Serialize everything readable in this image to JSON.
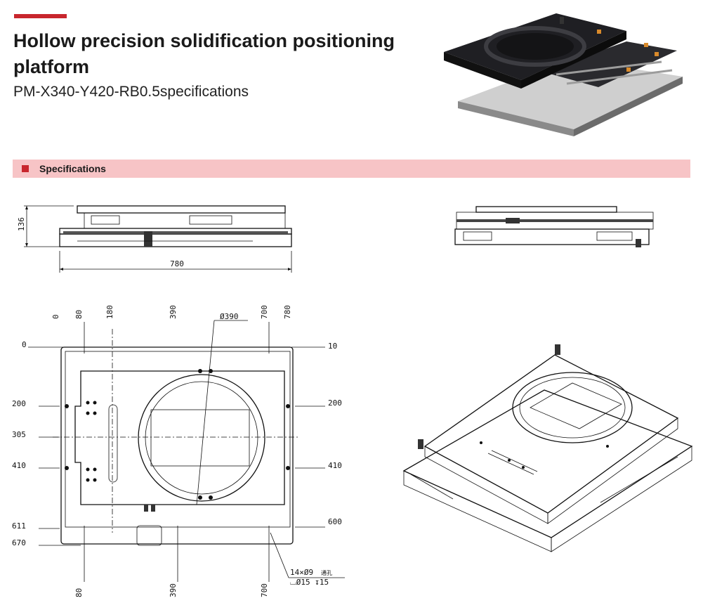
{
  "header": {
    "title": "Hollow precision solidification positioning platform",
    "subtitle": "PM-X340-Y420-RB0.5specifications"
  },
  "section": {
    "label": "Specifications"
  },
  "front_view": {
    "height_dim": "136",
    "width_dim": "780"
  },
  "top_view": {
    "top_dims": [
      "0",
      "80",
      "180",
      "390",
      "700",
      "780"
    ],
    "diameter": "Ø390",
    "left_dims": [
      "0",
      "200",
      "305",
      "410",
      "611",
      "670"
    ],
    "right_dims": [
      "10",
      "200",
      "410",
      "600"
    ],
    "bottom_dims": [
      "80",
      "390",
      "700"
    ],
    "hole_note_1": "14×Ø9",
    "hole_note_cn": "通孔",
    "hole_note_2": "⌴Ø15 ↧15"
  },
  "colors": {
    "accent": "#c8262d",
    "band": "#f7c4c6"
  }
}
